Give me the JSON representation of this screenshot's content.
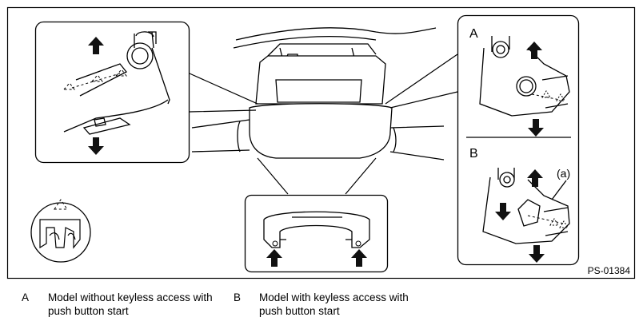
{
  "figure": {
    "code": "PS-01384",
    "panel_a_letter": "A",
    "panel_b_letter": "B",
    "callout": "(a)"
  },
  "legend": [
    {
      "letter": "A",
      "text": "Model without keyless access with push button start"
    },
    {
      "letter": "B",
      "text": "Model with keyless access with push button start"
    }
  ],
  "icons": [
    "arrow-up-icon",
    "arrow-down-icon",
    "bolt-icon",
    "clip-icon"
  ]
}
